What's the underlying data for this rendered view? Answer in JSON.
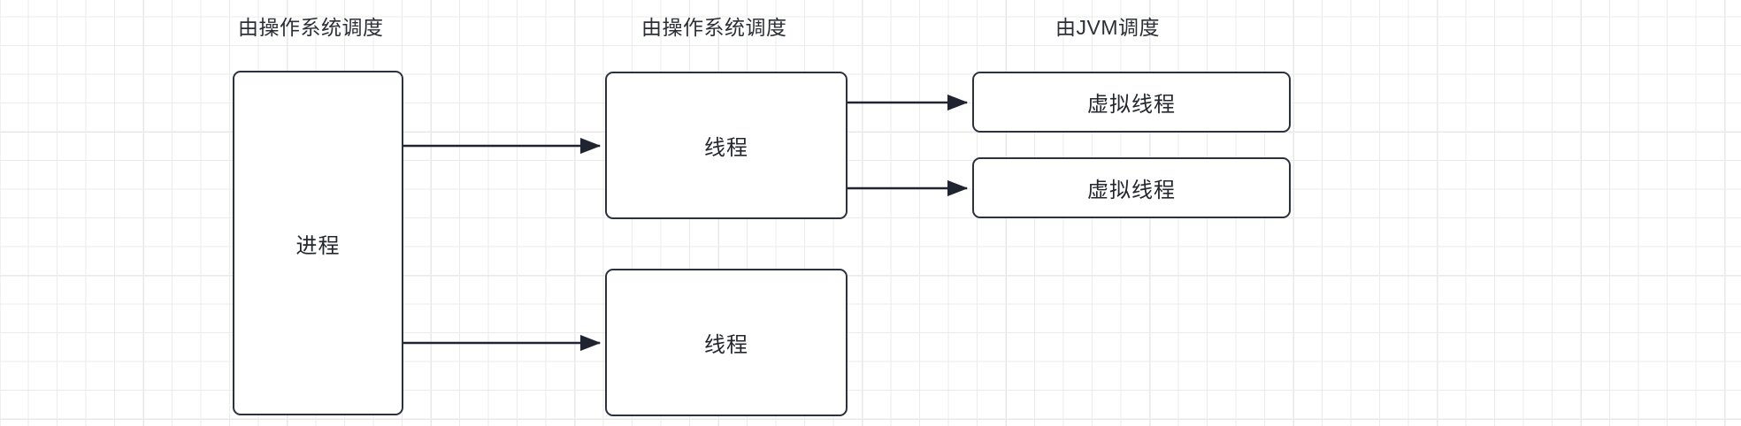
{
  "diagram": {
    "title_captions": [
      {
        "id": "os-scheduled-process",
        "text": "由操作系统调度"
      },
      {
        "id": "os-scheduled-thread",
        "text": "由操作系统调度"
      },
      {
        "id": "jvm-scheduled",
        "text": "由JVM调度"
      }
    ],
    "nodes": [
      {
        "id": "process",
        "label": "进程"
      },
      {
        "id": "thread-1",
        "label": "线程"
      },
      {
        "id": "thread-2",
        "label": "线程"
      },
      {
        "id": "vthread-1",
        "label": "虚拟线程"
      },
      {
        "id": "vthread-2",
        "label": "虚拟线程"
      }
    ],
    "edges": [
      {
        "id": "process-to-thread-1",
        "from": "process",
        "to": "thread-1",
        "label": ""
      },
      {
        "id": "process-to-thread-2",
        "from": "process",
        "to": "thread-2",
        "label": ""
      },
      {
        "id": "thread-1-to-vthread-1",
        "from": "thread-1",
        "to": "vthread-1",
        "label": ""
      },
      {
        "id": "thread-1-to-vthread-2",
        "from": "thread-1",
        "to": "vthread-2",
        "label": ""
      }
    ],
    "colors": {
      "background": "#ffffff",
      "grid_minor": "#ebebeb",
      "grid_major": "#e3e3e3",
      "node_stroke": "#2b323d",
      "node_fill": "#ffffff",
      "edge_stroke": "#1f2430",
      "text": "#23272e"
    }
  }
}
